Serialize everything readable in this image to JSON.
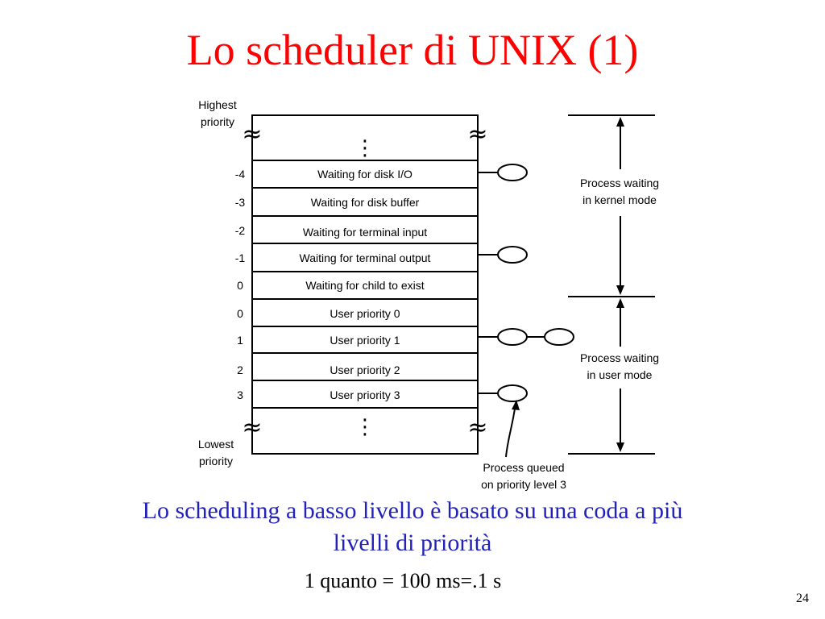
{
  "title": "Lo scheduler di UNIX (1)",
  "colors": {
    "title": "#ff0000",
    "caption": "#2222bb",
    "line": "#000000"
  },
  "labels": {
    "highest_line1": "Highest",
    "highest_line2": "priority",
    "lowest_line1": "Lowest",
    "lowest_line2": "priority",
    "ellipsis": "⋮",
    "break_mark": "≈"
  },
  "rows": [
    {
      "priority": "-4",
      "label": "Waiting for disk I/O"
    },
    {
      "priority": "-3",
      "label": "Waiting for disk buffer"
    },
    {
      "priority": "-2",
      "label": "Waiting for terminal input"
    },
    {
      "priority": "-1",
      "label": "Waiting for terminal output"
    },
    {
      "priority": "0",
      "label": "Waiting for child to exist"
    },
    {
      "priority": "0",
      "label": "User priority 0"
    },
    {
      "priority": "1",
      "label": "User priority 1"
    },
    {
      "priority": "2",
      "label": "User priority 2"
    },
    {
      "priority": "3",
      "label": "User priority 3"
    }
  ],
  "ranges": {
    "kernel_line1": "Process waiting",
    "kernel_line2": "in kernel mode",
    "user_line1": "Process waiting",
    "user_line2": "in user mode"
  },
  "queued": {
    "line1": "Process queued",
    "line2": "on priority level 3"
  },
  "caption": {
    "line1": "Lo scheduling a basso livello è basato su una coda a più",
    "line2": "livelli di priorità"
  },
  "note": "1 quanto = 100 ms=.1 s",
  "page_number": "24"
}
